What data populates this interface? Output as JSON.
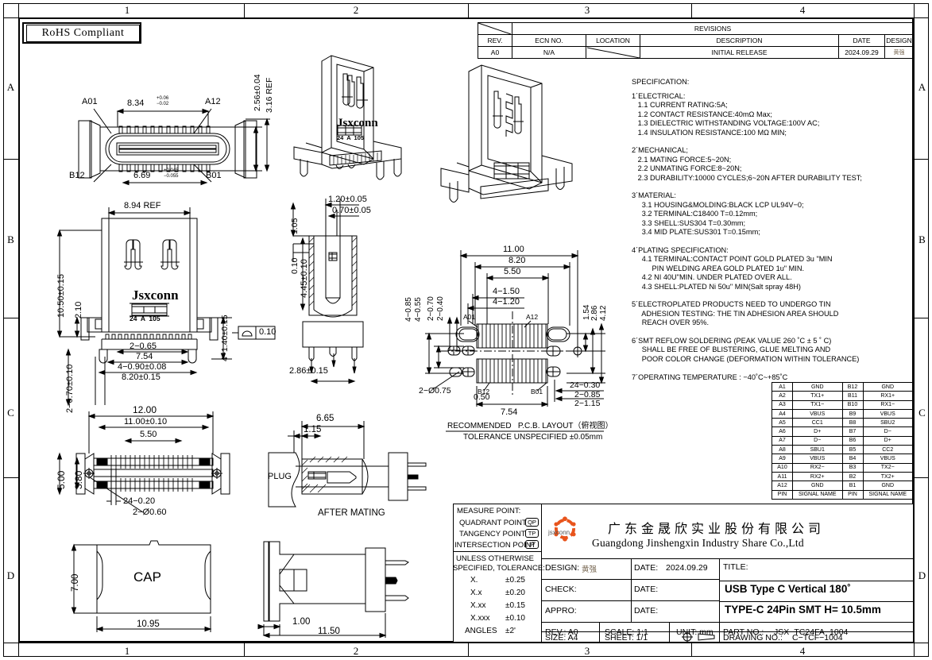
{
  "sheet": {
    "zones_top": [
      "1",
      "2",
      "3",
      "4"
    ],
    "zones_bottom": [
      "1",
      "2",
      "3",
      "4"
    ],
    "zones_left": [
      "A",
      "B",
      "C",
      "D"
    ],
    "zones_right": [
      "A",
      "B",
      "C",
      "D"
    ],
    "rohs_label": "RoHS Compliant"
  },
  "revisions": {
    "title": "REVISIONS",
    "headers": [
      "REV.",
      "ECN NO.",
      "LOCATION",
      "DESCRIPTION",
      "DATE",
      "DESIGN"
    ],
    "rows": [
      [
        "A0",
        "N/A",
        "",
        "INITIAL  RELEASE",
        "2024.09.29",
        "黄强"
      ]
    ]
  },
  "specification": {
    "heading": "SPECIFICATION:",
    "body": "1´ELECTRICAL:\n   1.1 CURRENT RATING:5A;\n   1.2 CONTACT RESISTANCE:40mΩ Max;\n   1.3 DIELECTRIC WITHSTANDING VOLTAGE:100V AC;\n   1.4 INSULATION RESISTANCE:100 MΩ MIN;\n\n2´MECHANICAL;\n   2.1 MATING FORCE:5~20N;\n   2.2 UNMATING FORCE:8~20N;\n   2.3 DURABILITY:10000 CYCLES;6~20N AFTER DURABILITY TEST;\n\n3´MATERIAL:\n     3.1 HOUSING&MOLDING:BLACK LCP UL94V−0;\n     3.2 TERMINAL:C18400 T=0.12mm;\n     3.3 SHELL:SUS304 T=0.30mm;\n     3.4 MID PLATE:SUS301 T=0.15mm;\n\n4´PLATING SPECIFICATION:\n     4.1 TERMINAL:CONTACT POINT GOLD PLATED 3u \"MIN\n          PIN WELDING AREA GOLD PLATED 1u\" MIN.\n     4.2 NI 40U\"MIN. UNDER PLATED OVER ALL.\n     4.3 SHELL:PLATED Ni 50u\" MIN(Salt spray 48H)\n\n5´ELECTROPLATED PRODUCTS NEED TO UNDERGO TIN\n     ADHESION TESTING: THE TIN ADHESION AREA SHOULD\n     REACH OVER 95%.\n\n6´SMT REFLOW SOLDERING (PEAK VALUE 260 ˚C ± 5 ˚ C)\n     SHALL BE FREE OF BLISTERING, GLUE MELTING AND\n     POOR COLOR CHANGE (DEFORMATION WITHIN TOLERANCE)\n\n7´OPERATING TEMPERATURE : −40˚C~+85˚C"
  },
  "pin_table": {
    "headers": [
      "PIN",
      "SIGNAL NAME",
      "PIN",
      "SIGNAL NAME"
    ],
    "rows": [
      [
        "A1",
        "GND",
        "B12",
        "GND"
      ],
      [
        "A2",
        "TX1+",
        "B11",
        "RX1+"
      ],
      [
        "A3",
        "TX1−",
        "B10",
        "RX1−"
      ],
      [
        "A4",
        "VBUS",
        "B9",
        "VBUS"
      ],
      [
        "A5",
        "CC1",
        "B8",
        "SBU2"
      ],
      [
        "A6",
        "D+",
        "B7",
        "D−"
      ],
      [
        "A7",
        "D−",
        "B6",
        "D+"
      ],
      [
        "A8",
        "SBU1",
        "B5",
        "CC2"
      ],
      [
        "A9",
        "VBUS",
        "B4",
        "VBUS"
      ],
      [
        "A10",
        "RX2−",
        "B3",
        "TX2−"
      ],
      [
        "A11",
        "RX2+",
        "B2",
        "TX2+"
      ],
      [
        "A12",
        "GND",
        "B1",
        "GND"
      ]
    ]
  },
  "measure_point": {
    "heading": "MEASURE POINT:",
    "items": [
      {
        "label": "QUADRANT POINT",
        "symbol": "QP"
      },
      {
        "label": "TANGENCY POINT",
        "symbol": "TP"
      },
      {
        "label": "INTERSECTION POINT",
        "symbol": "IP"
      }
    ]
  },
  "tolerance": {
    "heading_line1": "UNLESS OTHERWISE",
    "heading_line2": "SPECIFIED, TOLERANCE:",
    "rows": [
      {
        "k": "X.",
        "v": "±0.25"
      },
      {
        "k": "X.x",
        "v": "±0.20"
      },
      {
        "k": "X.xx",
        "v": "±0.15"
      },
      {
        "k": "X.xxx",
        "v": "±0.10"
      },
      {
        "k": "ANGLES",
        "v": "±2'"
      }
    ]
  },
  "company": {
    "logo_text": "jsxconn",
    "name_cn": "广东金晟欣实业股份有限公司",
    "name_en": "Guangdong Jinshengxin Industry Share Co.,Ltd",
    "logo_color": "#e8541c"
  },
  "title_block": {
    "design_label": "DESIGN:",
    "design_value": "黄强",
    "design_date_label": "DATE:",
    "design_date_value": "2024.09.29",
    "check_label": "CHECK:",
    "check_date_label": "DATE:",
    "appro_label": "APPRO:",
    "appro_date_label": "DATE:",
    "rev_label": "REV.: A0",
    "scale_label": "SCALE: 1:1",
    "unit_label": "UNIT: mm",
    "size_label": "SIZE: A4",
    "sheet_label": "SHEET: 1/1",
    "title_label": "TITLE:",
    "title_line1": "USB Type C Vertical 180˚",
    "title_line2": "TYPE-C 24Pin SMT H= 10.5mm",
    "part_no_label": "PART NO.:",
    "part_no_value": "JSX−TC24FA−1004",
    "drawing_no_label": "DRAWING NO.:",
    "drawing_no_value": "C−TCF−1004"
  },
  "views": {
    "front": {
      "callouts": [
        "A01",
        "A12",
        "B12",
        "B01"
      ],
      "dims": [
        {
          "text": "8.34",
          "tol_up": "+0.06",
          "tol_dn": "−0.02"
        },
        {
          "text": "6.69",
          "tol_up": "+0.045",
          "tol_dn": "−0.055"
        },
        {
          "text": "2.56±0.04"
        },
        {
          "text": "3.16 REF"
        }
      ]
    },
    "side_elevation": {
      "brand": "Jsxconn",
      "marking": "24  A  105",
      "dims": [
        "8.94 REF",
        "10.50±0.15",
        "2.10",
        "4−1.40±0.15",
        "2−0.65",
        "7.54",
        "4−0.90±0.08",
        "8.20±0.15",
        "2−0.70±0.10"
      ],
      "gdt_value": "0.10"
    },
    "profile": {
      "dims": [
        "1.05",
        "1.20±0.05",
        "0.70±0.05",
        "4.45±0.10",
        "2.86±0.15",
        "0.10"
      ]
    },
    "bottom_view": {
      "dims": [
        "12.00",
        "11.00±0.10",
        "5.50",
        "5.00",
        "3.80",
        "24−0.20",
        "2−Ø0.60"
      ]
    },
    "after_mating": {
      "label": "AFTER MATING",
      "plug_label": "PLUG",
      "dims": [
        "6.65",
        "1.15"
      ]
    },
    "cap": {
      "label": "CAP",
      "dims": [
        "7.00",
        "10.95",
        "1.00",
        "11.50"
      ]
    },
    "pcb_layout": {
      "caption_line1": "RECOMMENDED   P.C.B. LAYOUT（俯视图）",
      "caption_line2": "TOLERANCE UNSPECIFIED ±0.05mm",
      "callouts": [
        "A01",
        "A12",
        "B12",
        "B01"
      ],
      "dims": [
        "11.00",
        "8.20",
        "5.50",
        "4−1.50",
        "4−1.20",
        "1.54",
        "2.86",
        "4.12",
        "2−0.70",
        "2−0.40",
        "4−0.85",
        "4−0.55",
        "2−Ø0.75",
        "0.50",
        "7.54",
        "24−0.30",
        "2−0.85",
        "2−1.15"
      ]
    }
  }
}
